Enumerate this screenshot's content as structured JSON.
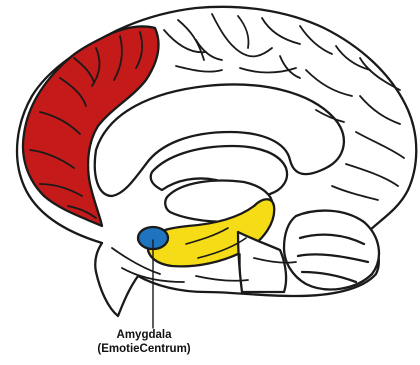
{
  "callout": {
    "line1": "Amygdala",
    "line2": "(EmotieCentrum)"
  },
  "regions": [
    {
      "name": "prefrontal-cortex",
      "color": "#c41a1a"
    },
    {
      "name": "amygdala",
      "color": "#1f74bf"
    },
    {
      "name": "hippocampus",
      "color": "#f6dc16"
    }
  ],
  "outline_color": "#1a1a1a"
}
